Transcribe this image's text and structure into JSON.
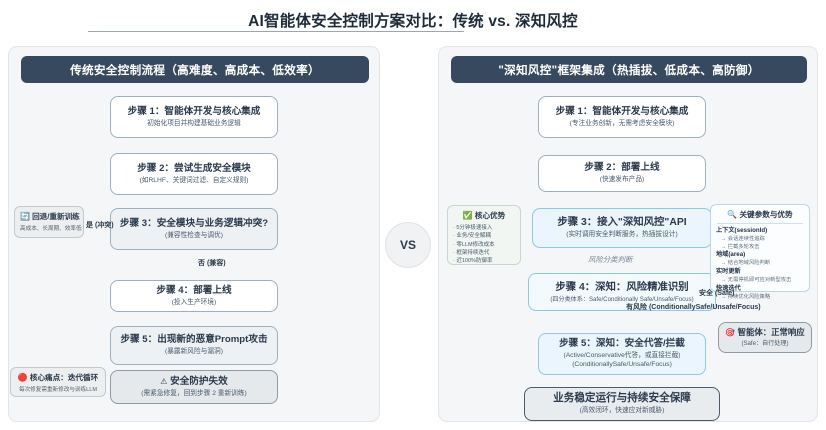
{
  "title": "AI智能体安全控制方案对比：传统 vs. 深知风控",
  "vs_badge": "VS",
  "left_panel": {
    "header": "传统安全控制流程（高难度、高成本、低效率）",
    "nodes": [
      {
        "title": "步骤 1：智能体开发与核心集成",
        "sub": "初始化项目并构建基础业务逻辑"
      },
      {
        "title": "步骤 2：尝试生成安全模块",
        "sub": "(如RLHF、关键词过滤、自定义规则)"
      },
      {
        "title": "步骤 3：安全模块与业务逻辑冲突?",
        "sub": "(兼容性检查与调优)"
      },
      {
        "title": "步骤 4：部署上线",
        "sub": "(投入生产环境)"
      },
      {
        "title": "步骤 5：出现新的恶意Prompt攻击",
        "sub": "(暴露新风险与漏洞)"
      },
      {
        "title": "安全防护失效",
        "sub": "(需紧急修复，回到步骤 2 重新训练)",
        "icon": "warning-icon"
      }
    ],
    "rollback_note": {
      "icon": "refresh-icon",
      "title": "回退/重新训练",
      "sub": "高成本、长周期、效率低"
    },
    "painpoint_note": {
      "icon": "alert-dot-icon",
      "title": "核心痛点：迭代循环",
      "sub": "每次修复需重新修改与训练LLM"
    },
    "edge_labels": {
      "yes": "是 (冲突)",
      "no": "否 (兼容)"
    }
  },
  "right_panel": {
    "header": "\"深知风控\"框架集成（热插拔、低成本、高防御）",
    "nodes": [
      {
        "title": "步骤 1：智能体开发与核心集成",
        "sub": "(专注业务创新，无需考虑安全模块)"
      },
      {
        "title": "步骤 2：部署上线",
        "sub": "(快速发布产品)"
      },
      {
        "title": "步骤 3：接入\"深知风控\"API",
        "sub": "(实时调用安全判断服务，热插拔设计)"
      },
      {
        "title": "步骤 4：深知：风险精准识别",
        "sub": "(四分类体系：Safe/Conditionally Safe/Unsafe/Focus)"
      },
      {
        "title": "步骤 5：深知：安全代答/拦截",
        "sub": "(Active/Conservative代答，或直接拦截)",
        "sub2": "(ConditionallySafe/Unsafe/Focus)"
      },
      {
        "title": "业务稳定运行与持续安全保障",
        "sub": "(高效闭环，快速应对新威胁)"
      }
    ],
    "agent_note": {
      "icon": "agent-dot-icon",
      "title": "智能体：正常响应",
      "sub": "(Safe：自行处理)"
    },
    "advantage_note": {
      "icon": "check-box-icon",
      "title": "核心优势",
      "items": [
        "5分钟极速接入",
        "业务/安全解耦",
        "零LLM修改成本",
        "框架持续迭代",
        "近100%防御率"
      ]
    },
    "params_note": {
      "icon": "search-icon",
      "title": "关键参数与优势",
      "params": [
        {
          "key": "上下文(sessionId)",
          "values": [
            "→ 会话连续性追踪",
            "→ 拦截多轮攻击"
          ]
        },
        {
          "key": "地域(area)",
          "values": [
            "→ 结合地域风险判断"
          ]
        },
        {
          "key": "实时更新",
          "values": [
            "→ 无需停机即可应对新型攻击"
          ]
        },
        {
          "key": "快速迭代",
          "values": [
            "→ 持续优化风险策略"
          ]
        }
      ]
    },
    "edge_labels": {
      "classify": "风险分类判断",
      "safe": "安全 (Safe)",
      "risky": "有风险 (ConditionallySafe/Unsafe/Focus)"
    }
  },
  "colors": {
    "header_bg": "#36495e",
    "panel_bg": "#f4f6f8",
    "blue_node_border": "#8cc8ea",
    "grey_node_border": "#9eb0c0",
    "title_text": "#1f2b3a"
  }
}
